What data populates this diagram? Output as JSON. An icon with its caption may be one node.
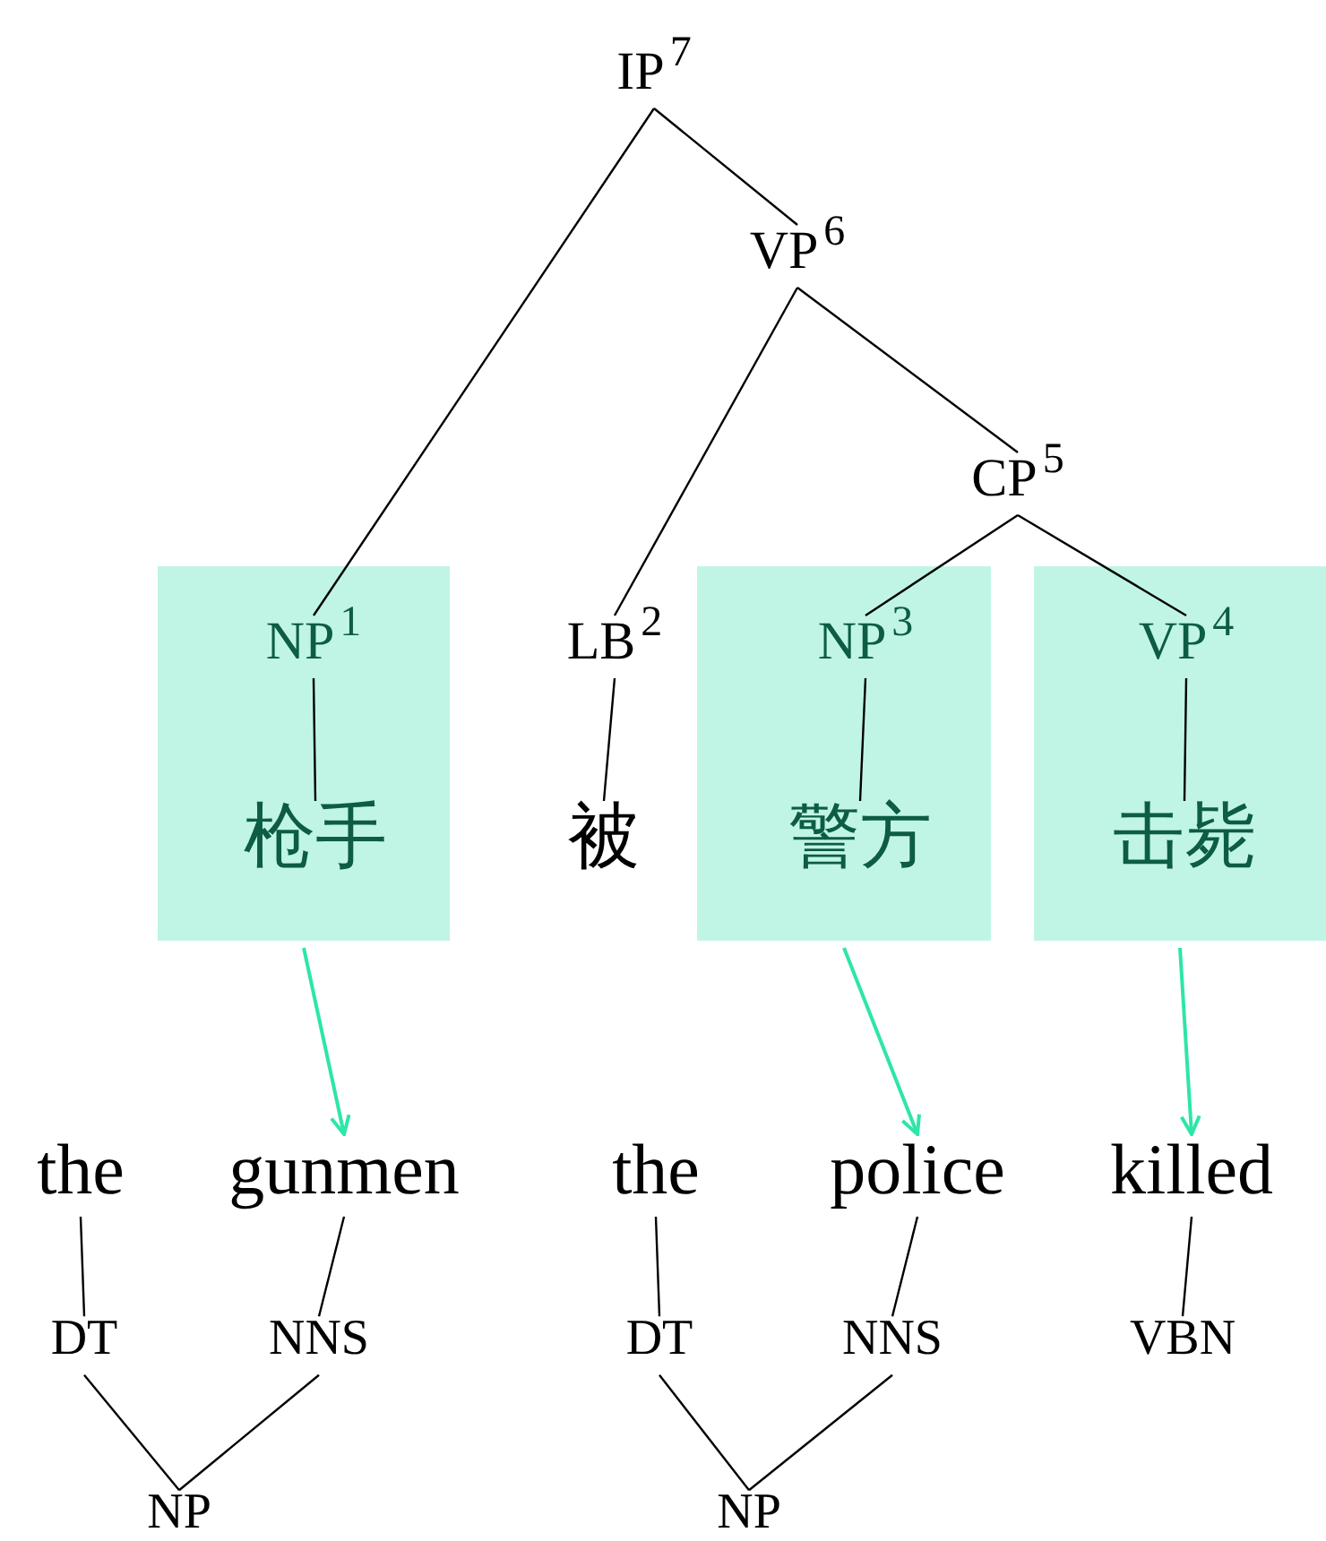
{
  "diagram": {
    "nodes": [
      {
        "text": [
          "IP$^{7}$"
        ]
      },
      {
        "text": [
          "VP$^{6}$"
        ]
      },
      {
        "text": [
          "CP$^{5}$"
        ]
      },
      {
        "text": [],
        "shape": "box"
      },
      {
        "text": [
          "NP$^{1}$"
        ],
        "in": 3
      },
      {
        "text": [
          "枪手"
        ],
        "in": 3
      },
      {
        "text": [
          "LB$^{2}$"
        ]
      },
      {
        "text": [
          "被"
        ]
      },
      {
        "text": [],
        "shape": "box"
      },
      {
        "text": [
          "NP$^{3}$"
        ],
        "in": 8
      },
      {
        "text": [
          "警方"
        ],
        "in": 8
      },
      {
        "text": [],
        "shape": "box"
      },
      {
        "text": [
          "VP$^{4}$"
        ],
        "in": 11
      },
      {
        "text": [
          "击毙"
        ],
        "in": 11
      },
      {
        "text": [
          "the"
        ]
      },
      {
        "text": [
          "gunmen"
        ]
      },
      {
        "text": [
          "the"
        ]
      },
      {
        "text": [
          "police"
        ]
      },
      {
        "text": [
          "killed"
        ]
      },
      {
        "text": [
          "DT"
        ]
      },
      {
        "text": [
          "NNS"
        ]
      },
      {
        "text": [
          "DT"
        ]
      },
      {
        "text": [
          "NNS"
        ]
      },
      {
        "text": [
          "VBN"
        ]
      },
      {
        "text": [
          "NP"
        ]
      },
      {
        "text": [
          "NP"
        ]
      }
    ],
    "edges": [
      {
        "from": 0,
        "to": 4,
        "arrow": "none"
      },
      {
        "from": 0,
        "to": 1,
        "arrow": "none"
      },
      {
        "from": 1,
        "to": 6,
        "arrow": "none"
      },
      {
        "from": 1,
        "to": 2,
        "arrow": "none"
      },
      {
        "from": 2,
        "to": 9,
        "arrow": "none"
      },
      {
        "from": 2,
        "to": 12,
        "arrow": "none"
      },
      {
        "from": 4,
        "to": 5,
        "arrow": "none"
      },
      {
        "from": 6,
        "to": 7,
        "arrow": "none"
      },
      {
        "from": 9,
        "to": 10,
        "arrow": "none"
      },
      {
        "from": 12,
        "to": 13,
        "arrow": "none"
      },
      {
        "from": 3,
        "to": 15,
        "arrow": "to",
        "color": "#2ee6a6"
      },
      {
        "from": 8,
        "to": 17,
        "arrow": "to",
        "color": "#2ee6a6"
      },
      {
        "from": 11,
        "to": 18,
        "arrow": "to",
        "color": "#2ee6a6"
      },
      {
        "from": 14,
        "to": 19,
        "arrow": "none"
      },
      {
        "from": 15,
        "to": 20,
        "arrow": "none"
      },
      {
        "from": 16,
        "to": 21,
        "arrow": "none"
      },
      {
        "from": 17,
        "to": 22,
        "arrow": "none"
      },
      {
        "from": 18,
        "to": 23,
        "arrow": "none"
      },
      {
        "from": 19,
        "to": 24,
        "arrow": "none"
      },
      {
        "from": 20,
        "to": 24,
        "arrow": "none"
      },
      {
        "from": 21,
        "to": 25,
        "arrow": "none"
      },
      {
        "from": 22,
        "to": 25,
        "arrow": "none"
      }
    ]
  }
}
